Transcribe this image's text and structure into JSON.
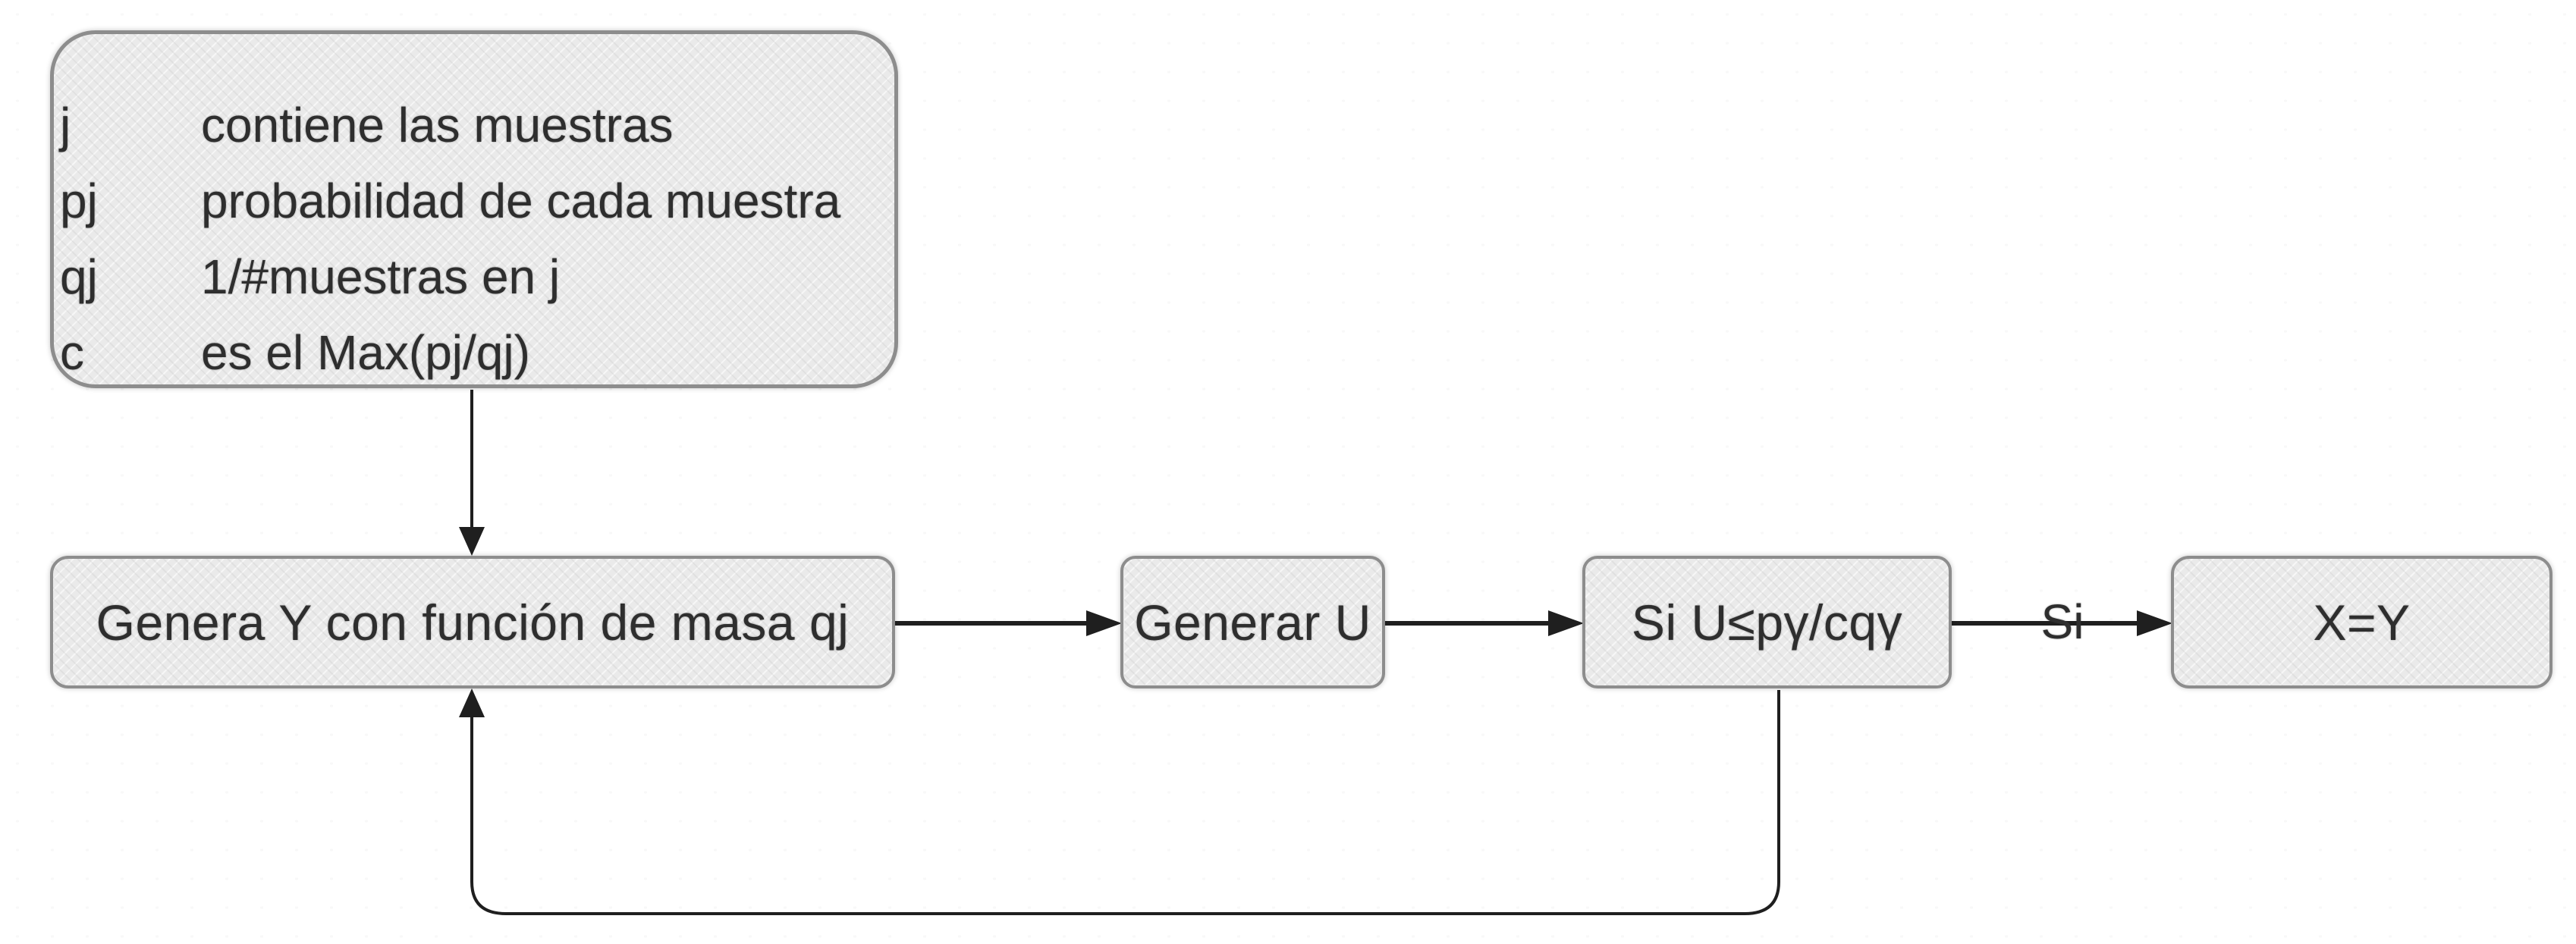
{
  "diagram": {
    "legend": {
      "rows": [
        {
          "symbol": "j",
          "text": "contiene las muestras"
        },
        {
          "symbol": "pj",
          "text": "probabilidad de cada muestra"
        },
        {
          "symbol": "qj",
          "text": "1/#muestras en j"
        },
        {
          "symbol": "c",
          "text": "es el Max(pj/qj)"
        }
      ]
    },
    "nodes": {
      "generate_y": {
        "label": "Genera Y con función de masa qj"
      },
      "generate_u": {
        "label": "Generar U"
      },
      "condition": {
        "label": "Si U≤pγ/cqγ"
      },
      "assign": {
        "label": "X=Y"
      }
    },
    "edges": {
      "accept_label": "Si"
    },
    "colors": {
      "background": "#ffffff",
      "node_fill": "#eaeaea",
      "node_border": "#8d8d8d",
      "line": "#1f1f1f",
      "text": "#2e2e2e"
    }
  }
}
